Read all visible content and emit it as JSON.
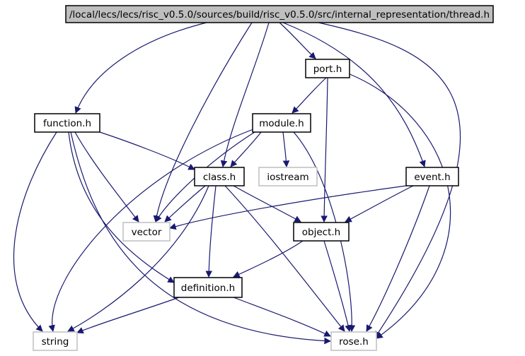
{
  "diagram": {
    "colors": {
      "edge": "#191970",
      "node_border": "#000000",
      "external_node_border": "#bfbfbf",
      "root_fill": "#bfbfbf",
      "background": "#ffffff"
    },
    "nodes": [
      {
        "id": "thread",
        "label": "/local/lecs/lecs/risc_v0.5.0/sources/build/risc_v0.5.0/src/internal_representation/thread.h",
        "kind": "root"
      },
      {
        "id": "port",
        "label": "port.h",
        "kind": "header"
      },
      {
        "id": "function",
        "label": "function.h",
        "kind": "header"
      },
      {
        "id": "module",
        "label": "module.h",
        "kind": "header"
      },
      {
        "id": "class",
        "label": "class.h",
        "kind": "header"
      },
      {
        "id": "iostream",
        "label": "iostream",
        "kind": "external"
      },
      {
        "id": "event",
        "label": "event.h",
        "kind": "header"
      },
      {
        "id": "vector",
        "label": "vector",
        "kind": "external"
      },
      {
        "id": "object",
        "label": "object.h",
        "kind": "header"
      },
      {
        "id": "definition",
        "label": "definition.h",
        "kind": "header"
      },
      {
        "id": "string",
        "label": "string",
        "kind": "external"
      },
      {
        "id": "rose",
        "label": "rose.h",
        "kind": "external"
      }
    ],
    "edges": [
      {
        "from": "thread",
        "to": "function"
      },
      {
        "from": "thread",
        "to": "vector"
      },
      {
        "from": "thread",
        "to": "class"
      },
      {
        "from": "thread",
        "to": "port"
      },
      {
        "from": "thread",
        "to": "event"
      },
      {
        "from": "thread",
        "to": "rose"
      },
      {
        "from": "port",
        "to": "module"
      },
      {
        "from": "port",
        "to": "object"
      },
      {
        "from": "port",
        "to": "rose"
      },
      {
        "from": "function",
        "to": "class"
      },
      {
        "from": "function",
        "to": "vector"
      },
      {
        "from": "function",
        "to": "string"
      },
      {
        "from": "function",
        "to": "definition"
      },
      {
        "from": "function",
        "to": "rose"
      },
      {
        "from": "module",
        "to": "class"
      },
      {
        "from": "module",
        "to": "iostream"
      },
      {
        "from": "module",
        "to": "vector"
      },
      {
        "from": "module",
        "to": "string"
      },
      {
        "from": "module",
        "to": "rose"
      },
      {
        "from": "class",
        "to": "vector"
      },
      {
        "from": "class",
        "to": "object"
      },
      {
        "from": "class",
        "to": "definition"
      },
      {
        "from": "class",
        "to": "string"
      },
      {
        "from": "class",
        "to": "rose"
      },
      {
        "from": "event",
        "to": "vector"
      },
      {
        "from": "event",
        "to": "object"
      },
      {
        "from": "event",
        "to": "rose"
      },
      {
        "from": "object",
        "to": "definition"
      },
      {
        "from": "object",
        "to": "rose"
      },
      {
        "from": "definition",
        "to": "string"
      },
      {
        "from": "definition",
        "to": "rose"
      }
    ]
  }
}
